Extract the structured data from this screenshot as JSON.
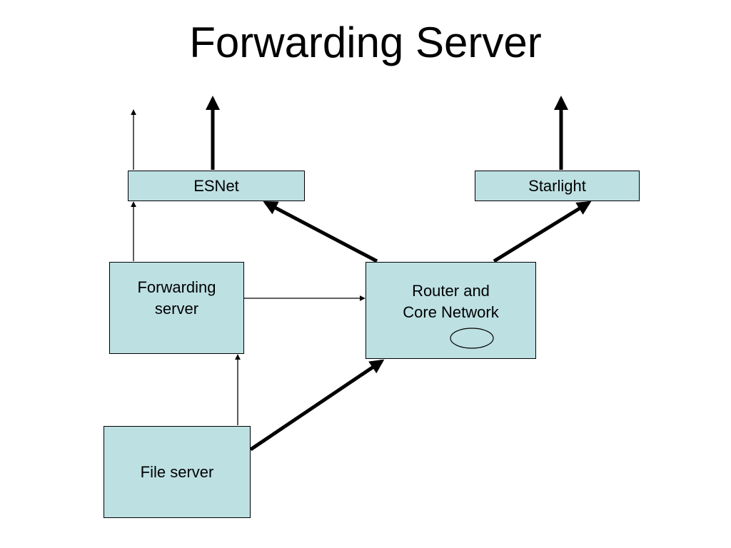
{
  "title": "Forwarding Server",
  "colors": {
    "box_fill": "#bde0e3",
    "box_border": "#000000",
    "arrow": "#000000"
  },
  "nodes": {
    "esnet": "ESNet",
    "starlight": "Starlight",
    "forwarding_server": [
      "Forwarding",
      "server"
    ],
    "router": [
      "Router and",
      "Core Network"
    ],
    "file_server": "File server"
  },
  "edges": [
    {
      "from": "forwarding_server",
      "to": "esnet",
      "weight": "thin"
    },
    {
      "from": "esnet",
      "to": "off-slide",
      "weight": "thin"
    },
    {
      "from": "esnet",
      "to": "off-slide",
      "weight": "thick"
    },
    {
      "from": "starlight",
      "to": "off-slide",
      "weight": "thick"
    },
    {
      "from": "router",
      "to": "esnet",
      "weight": "thick"
    },
    {
      "from": "router",
      "to": "starlight",
      "weight": "thick"
    },
    {
      "from": "forwarding_server",
      "to": "router",
      "weight": "thin"
    },
    {
      "from": "file_server",
      "to": "forwarding_server",
      "weight": "thin"
    },
    {
      "from": "file_server",
      "to": "router",
      "weight": "thick"
    }
  ]
}
